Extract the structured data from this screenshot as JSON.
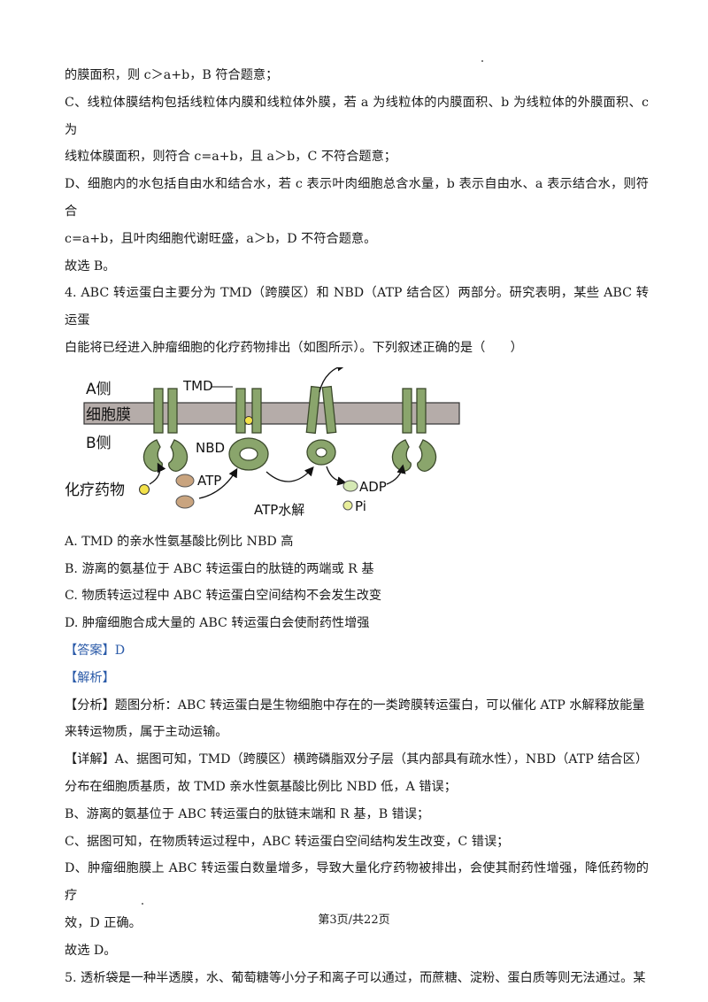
{
  "lines": {
    "l01": "的膜面积，则 c＞a+b，B 符合题意；",
    "l02": "C、线粒体膜结构包括线粒体内膜和线粒体外膜，若 a 为线粒体的内膜面积、b 为线粒体的外膜面积、c 为",
    "l03": "线粒体膜面积，则符合 c=a+b，且 a＞b，C 不符合题意；",
    "l04": "D、细胞内的水包括自由水和结合水，若 c 表示叶肉细胞总含水量，b 表示自由水、a 表示结合水，则符合",
    "l05": "c=a+b，且叶肉细胞代谢旺盛，a＞b，D 不符合题意。",
    "l06": "故选 B。",
    "q4a": "4. ABC 转运蛋白主要分为 TMD（跨膜区）和 NBD（ATP 结合区）两部分。研究表明，某些 ABC 转运蛋",
    "q4b": "白能将已经进入肿瘤细胞的化疗药物排出（如图所示）。下列叙述正确的是（　　）",
    "optA": "A.  TMD 的亲水性氨基酸比例比 NBD 高",
    "optB": "B.  游离的氨基位于 ABC 转运蛋白的肽链的两端或 R 基",
    "optC": "C.  物质转运过程中 ABC 转运蛋白空间结构不会发生改变",
    "optD": "D.  肿瘤细胞合成大量的 ABC 转运蛋白会使耐药性增强",
    "answer": "【答案】D",
    "analysis": "【解析】",
    "fx1": "【分析】题图分析：ABC 转运蛋白是生物细胞中存在的一类跨膜转运蛋白，可以催化 ATP 水解释放能量",
    "fx2": "来转运物质，属于主动运输。",
    "xj1": "【详解】A、据图可知，TMD（跨膜区）横跨磷脂双分子层（其内部具有疏水性），NBD（ATP 结合区）",
    "xj2": "分布在细胞质基质，故 TMD 亲水性氨基酸比例比 NBD 低，A 错误；",
    "xj3": "B、游离的氨基位于 ABC 转运蛋白的肽链末端和 R 基，B 错误；",
    "xj4": "C、据图可知，在物质转运过程中，ABC 转运蛋白空间结构发生改变，C 错误；",
    "xj5": "D、肿瘤细胞膜上 ABC 转运蛋白数量增多，导致大量化疗药物被排出，会使其耐药性增强，降低药物的疗",
    "xj6": "效，D 正确。",
    "xj7": "故选 D。",
    "q5": "5. 透析袋是一种半透膜，水、葡萄糖等小分子和离子可以通过，而蔗糖、淀粉、蛋白质等则无法通过。某"
  },
  "diagram": {
    "side_a": "A侧",
    "membrane": "细胞膜",
    "side_b": "B侧",
    "tmd": "TMD",
    "nbd": "NBD",
    "drug": "化疗药物",
    "atp": "ATP",
    "hydrolysis": "ATP水解",
    "adp": "ADP",
    "pi": "Pi",
    "colors": {
      "membrane": "#b5aca9",
      "protein": "#8aa56c",
      "protein_stroke": "#3c4a2c",
      "drug": "#f3e14a",
      "atp": "#c9a47f",
      "adp": "#d5e8b4"
    }
  },
  "footer": "第3页/共22页"
}
